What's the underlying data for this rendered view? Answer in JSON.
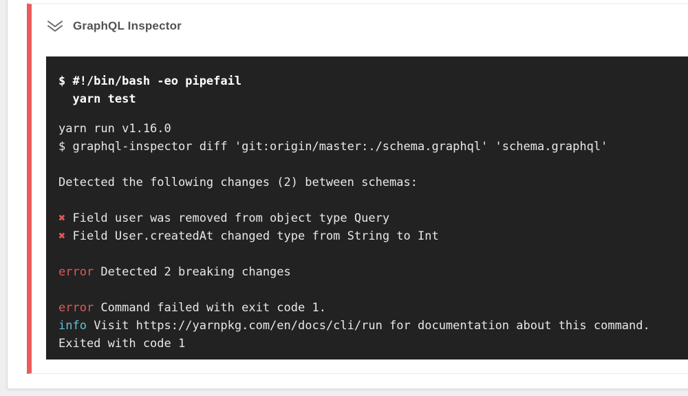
{
  "header": {
    "title": "GraphQL Inspector",
    "collapse_icon": "double-chevron-down-icon"
  },
  "colors": {
    "page_bg": "#efefef",
    "accent_red": "#ea5c5c",
    "terminal_bg": "#222222",
    "terminal_fg": "#e8e8e8",
    "command_white": "#ffffff",
    "error_red": "#de5b5b",
    "cross_red": "#df5858",
    "info_cyan": "#61c1d3",
    "title_gray": "#525252"
  },
  "terminal": {
    "lines": [
      {
        "segments": [
          {
            "text": "$ #!/bin/bash -eo pipefail",
            "style": "command"
          }
        ]
      },
      {
        "segments": [
          {
            "text": "  yarn test",
            "style": "command"
          }
        ]
      },
      {
        "spacer": true
      },
      {
        "segments": [
          {
            "text": "yarn run v1.16.0",
            "style": "plain"
          }
        ]
      },
      {
        "segments": [
          {
            "text": "$ graphql-inspector diff 'git:origin/master:./schema.graphql' 'schema.graphql'",
            "style": "plain"
          }
        ]
      },
      {
        "blank": true
      },
      {
        "segments": [
          {
            "text": "Detected the following changes (2) between schemas:",
            "style": "plain"
          }
        ]
      },
      {
        "blank": true
      },
      {
        "segments": [
          {
            "text": "✖",
            "style": "cross"
          },
          {
            "text": " Field user was removed from object type Query",
            "style": "plain"
          }
        ]
      },
      {
        "segments": [
          {
            "text": "✖",
            "style": "cross"
          },
          {
            "text": " Field User.createdAt changed type from String to Int",
            "style": "plain"
          }
        ]
      },
      {
        "blank": true
      },
      {
        "segments": [
          {
            "text": "error",
            "style": "error"
          },
          {
            "text": " Detected 2 breaking changes",
            "style": "plain"
          }
        ]
      },
      {
        "blank": true
      },
      {
        "segments": [
          {
            "text": "error",
            "style": "error"
          },
          {
            "text": " Command failed with exit code 1.",
            "style": "plain"
          }
        ]
      },
      {
        "segments": [
          {
            "text": "info",
            "style": "info"
          },
          {
            "text": " Visit https://yarnpkg.com/en/docs/cli/run for documentation about this command.",
            "style": "plain"
          }
        ]
      },
      {
        "segments": [
          {
            "text": "Exited with code 1",
            "style": "plain"
          }
        ]
      }
    ]
  }
}
